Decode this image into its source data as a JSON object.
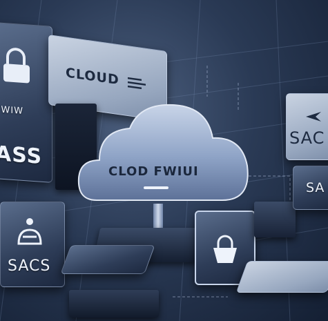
{
  "labels": {
    "cloud_sign": "CLOUD",
    "cloud_main": "CLOD FWIUI",
    "left_panel_top": "FWIW",
    "left_panel_big": "ASS",
    "bottom_left": "SACS",
    "right_top": "SAC",
    "right_mid": "SA"
  },
  "colors": {
    "accent": "#6f87b3",
    "cloud_body": "#9fb1cf",
    "background": "#1c2a42"
  },
  "icons": [
    "lock-icon",
    "person-icon",
    "airplane-icon",
    "cloud-icon"
  ]
}
